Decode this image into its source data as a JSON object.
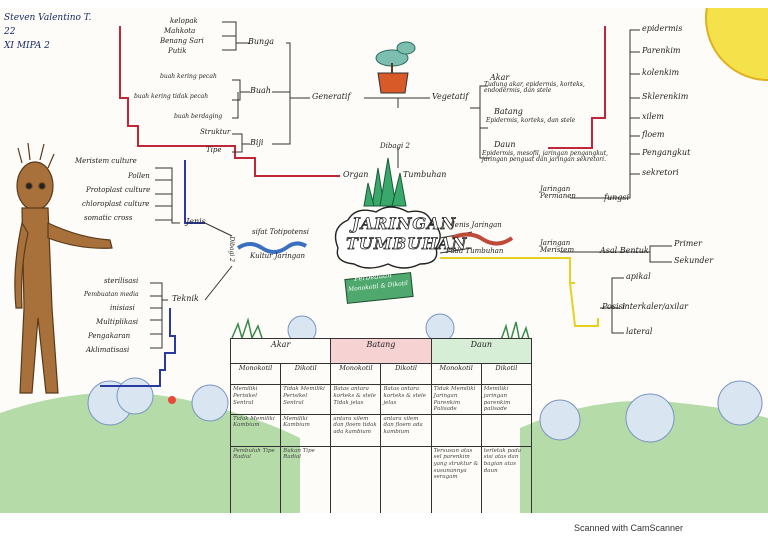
{
  "author": {
    "name": "Steven Valentino T.",
    "number": "22",
    "class": "XI MIPA 2"
  },
  "center": {
    "title_line1": "JARINGAN",
    "title_line2": "TUMBUHAN",
    "perbedaan_line1": "Perbedaan",
    "perbedaan_line2": "Monokotil & Dikotil"
  },
  "top": {
    "bunga_items": [
      "kelopak",
      "Mahkota",
      "Benang Sari",
      "Putik"
    ],
    "bunga": "Bunga",
    "buah_items": [
      "buah kering pecah",
      "buah kering tidak pecah",
      "buah berdaging"
    ],
    "buah": "Buah",
    "biji_items": [
      "Struktur",
      "Tipe"
    ],
    "biji": "Biji",
    "generatif": "Generatif",
    "vegetatif": "Vegetatif",
    "dibagi": "Dibagi 2",
    "organ": "Organ",
    "tumbuhan": "Tumbuhan",
    "akar": "Akar",
    "akar_desc": "Tudung akar, epidermis, korteks, endodermis, dan stele",
    "batang": "Batang",
    "batang_desc": "Epidermis, korteks, dan stele",
    "daun": "Daun",
    "daun_desc": "Epidermis, mesofil, jaringan pengangkut, jaringan penguat dan jaringan sekretori."
  },
  "left": {
    "sifat_label": "sifat Totipotensi",
    "kultur_label": "Kultur Jaringan",
    "dibagi2": "Dibagi 2",
    "jenis": "Jenis",
    "jenis_items": [
      "Meristem culture",
      "Pollen",
      "Protoplast culture",
      "chloroplast culture",
      "somatic cross"
    ],
    "teknik": "Teknik",
    "teknik_items": [
      "sterilisasi",
      "Pembuatan media",
      "inisiasi",
      "Multiplikasi",
      "Pengakaran",
      "Aklimatisasi"
    ]
  },
  "right": {
    "jenis_jaringan": "Jenis Jaringan",
    "pada_tumbuhan": "Pada Tumbuhan",
    "jaringan_permanen": "Jaringan Permanen",
    "fungsi": "fungsi",
    "fungsi_items": [
      "epidermis",
      "Parenkim",
      "kolenkim",
      "Sklerenkim",
      "xilem",
      "floem",
      "Pengangkut",
      "sekretori"
    ],
    "jaringan_meristem": "Jaringan Meristem",
    "asal_bentuk": "Asal Bentuk",
    "asal_items": [
      "Primer",
      "Sekunder"
    ],
    "posisi": "Posisi",
    "posisi_items": [
      "apikal",
      "interkaler/axilar",
      "lateral"
    ]
  },
  "table": {
    "groups": [
      "Akar",
      "Batang",
      "Daun"
    ],
    "subheads": [
      "Monokotil",
      "Dikotil",
      "Monokotil",
      "Dikotil",
      "Monokotil",
      "Dikotil"
    ],
    "rows": [
      [
        "Memiliki Perisikel Sentral",
        "Tidak Memiliki Perisikel Sentral",
        "Batas antara korteks & stele Tidak jelas",
        "Batas antara korteks & stele jelas",
        "Tidak Memiliki Jaringan Parenkim Palisade",
        "Memiliki jaringan parenkim palisade"
      ],
      [
        "Tidak Memiliki Kambium",
        "Memiliki Kambium",
        "antara xilem dan floem tidak ada kambium",
        "antara xilem dan floem ada kambium",
        "",
        ""
      ],
      [
        "Pembuluh Tipe Radial",
        "Bukan Tipe Radial",
        "",
        "",
        "Tersusun atas sel parenkim yang struktur & susunannya seragam",
        "terletak pada sisi atas dan bagian atas daun"
      ]
    ]
  },
  "scanner": "Scanned with CamScanner"
}
